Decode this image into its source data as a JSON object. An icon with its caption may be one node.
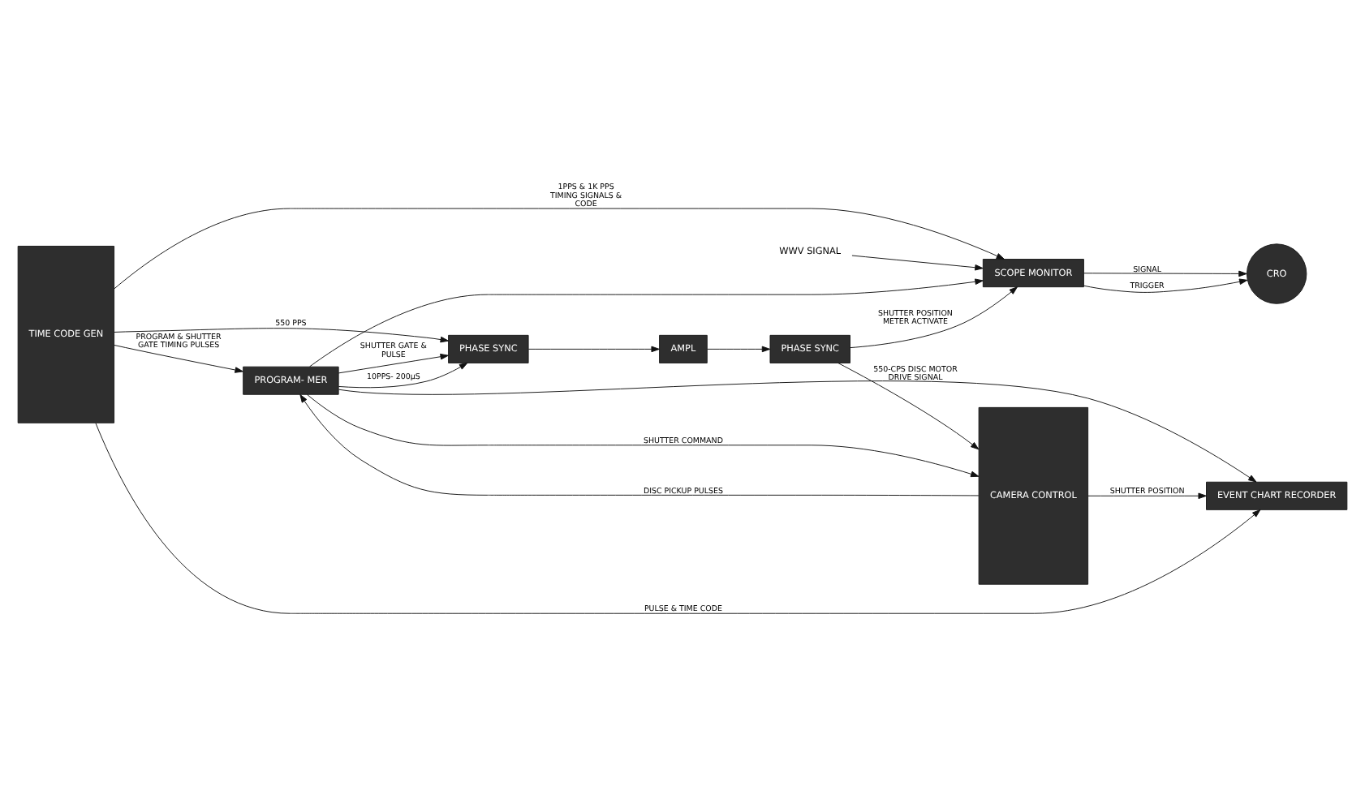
{
  "diagram": {
    "nodes": [
      {
        "text": [
          "TIME CODE GEN"
        ]
      },
      {
        "text": [
          "WWV SIGNAL"
        ]
      },
      {
        "text": [
          "SCOPE MONITOR"
        ]
      },
      {
        "text": [
          "CRO"
        ]
      },
      {
        "text": [
          "PROGRAM- MER"
        ]
      },
      {
        "text": [
          "CAMERA CONTROL"
        ]
      },
      {
        "text": [
          "EVENT CHART RECORDER"
        ]
      },
      {
        "text": [
          "PHASE SYNC"
        ]
      },
      {
        "text": [
          "AMPL"
        ]
      },
      {
        "text": [
          "PHASE SYNC"
        ]
      }
    ],
    "edges": [
      {
        "from": 1,
        "to": 2,
        "arrow": "to"
      },
      {
        "from": 2,
        "to": 3,
        "arrow": "to",
        "label": "TRIGGER"
      },
      {
        "from": 2,
        "to": 3,
        "arrow": "to",
        "label": "SIGNAL"
      },
      {
        "from": 0,
        "to": 2,
        "arrow": "to",
        "label": "1PPS & 1K PPS TIMING SIGNALS & CODE"
      },
      {
        "from": 9,
        "to": 2,
        "arrow": "to",
        "label": "SHUTTER POSITION METER ACTIVATE"
      },
      {
        "from": 4,
        "to": 2,
        "arrow": "to"
      },
      {
        "from": 5,
        "to": 4,
        "arrow": "to",
        "label": "DISC PICKUP PULSES"
      },
      {
        "from": 0,
        "to": 4,
        "arrow": "to",
        "label": "PROGRAM & SHUTTER GATE TIMING PULSES"
      },
      {
        "from": 4,
        "to": 5,
        "arrow": "to",
        "label": "SHUTTER COMMAND"
      },
      {
        "from": 4,
        "to": 6,
        "arrow": "to"
      },
      {
        "from": 0,
        "to": 6,
        "arrow": "to",
        "label": "PULSE & TIME CODE"
      },
      {
        "from": 5,
        "to": 6,
        "arrow": "to",
        "label": "SHUTTER POSITION"
      },
      {
        "from": 4,
        "to": 7,
        "arrow": "to",
        "label": "10PPS- 200μS"
      },
      {
        "from": 4,
        "to": 7,
        "arrow": "to",
        "label": "SHUTTER GATE & PULSE"
      },
      {
        "from": 0,
        "to": 7,
        "arrow": "to",
        "label": "550 PPS"
      },
      {
        "from": 7,
        "to": 8,
        "arrow": "to"
      },
      {
        "from": 8,
        "to": 9,
        "arrow": "to"
      },
      {
        "from": 9,
        "to": 5,
        "arrow": "to",
        "label": "550-CPS DISC MOTOR DRIVE SIGNAL"
      }
    ]
  }
}
